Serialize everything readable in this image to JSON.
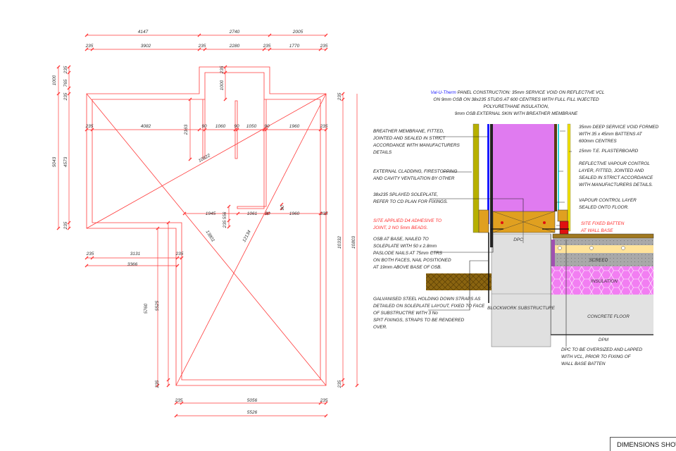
{
  "plan": {
    "dims": [
      "4147",
      "2740",
      "2005",
      "235",
      "3902",
      "235",
      "2280",
      "235",
      "1770",
      "235",
      "235",
      "4082",
      "90",
      "1060",
      "90",
      "1050",
      "90",
      "1960",
      "235",
      "1945",
      "1061",
      "90",
      "1960",
      "235",
      "235",
      "3131",
      "235",
      "3366",
      "235",
      "5056",
      "235",
      "5526",
      "1000",
      "5043",
      "235",
      "765",
      "235",
      "4573",
      "235",
      "2163",
      "235",
      "1000",
      "556",
      "235",
      "5760",
      "5525",
      "235",
      "235",
      "10332",
      "10803",
      "235",
      "10822",
      "13801",
      "12134",
      "90"
    ]
  },
  "detail": {
    "title_brand": "Val-U-Therm",
    "title_lines": [
      "PANEL CONSTRUCTION: 35mm SERVICE VOID ON REFLECTIVE VCL",
      "ON 9mm OSB ON 38x235 STUDS AT 600 CENTRES WITH FULL FILL INJECTED",
      "POLYURETHANE INSULATION,",
      "9mm OSB EXTERNAL SKIN WITH BREATHER MEMBRANE"
    ],
    "brand_colors": {
      "val": "#1a1aff",
      "u": "#22aa22",
      "therm": "#1a1aff"
    },
    "left_notes": [
      [
        "BREATHER MEMBRANE, FITTED,",
        "JOINTED AND SEALED IN STRICT",
        "ACCORDANCE WITH MANUFACTURERS",
        "DETAILS"
      ],
      [
        "EXTERNAL CLADDING, FIRESTOPPING",
        "AND CAVITY VENTILATION BY OTHER"
      ],
      [
        "38x235 SPLAYED SOLEPLATE,",
        "REFER TO CD PLAN FOR FIXINGS."
      ],
      [
        "SITE APPLIED D4 ADHESIVE TO",
        "JOINT, 2 NO 5mm BEADS."
      ],
      [
        "OSB AT BASE, NAILED TO",
        "SOLEPLATE WITH 50 x 2.8mm",
        "PASLODE NAILS AT 75mm CTRS",
        "ON BOTH FACES, NAIL POSITIONED",
        "AT 19mm ABOVE BASE OF OSB."
      ],
      [
        "GALVANISED STEEL HOLDING DOWN STRAPS AS",
        "DETAILED ON SOLEPLATE LAYOUT, FIXED TO FACE",
        "OF SUBSTRUCTRE WITH 3 No",
        "SPIT FIXINGS, STRAPS TO BE RENDERED",
        "OVER."
      ]
    ],
    "right_notes": [
      [
        "35mm DEEP SERVICE VOID FORMED",
        "WITH 35 x 45mm BATTENS AT",
        "600mm CENTRES"
      ],
      [
        "15mm T.E. PLASTERBOARD"
      ],
      [
        "REFLECTIVE VAPOUR CONTROL",
        "LAYER, FITTED, JOINTED AND",
        "SEALED IN STRICT ACCORDANCE",
        "WITH MANUFACTURERS DETAILS."
      ],
      [
        "VAPOUR CONTROL LAYER",
        "SEALED ONTO FLOOR."
      ],
      [
        "SITE FIXED BATTEN",
        "AT WALL BASE"
      ],
      [
        "DPC TO BE OVERSIZED AND LAPPED",
        "WITH VCL, PRIOR TO FIXING OF",
        "WALL BASE BATTEN"
      ]
    ],
    "labels": {
      "dpc": "DPC",
      "screed": "SCREED",
      "insulation": "INSULATION",
      "blockwork": "BLOCKWORK SUBSTRUCTURE",
      "concrete": "CONCRETE FLOOR",
      "dpm": "DPM"
    }
  },
  "dimensions_box": "DIMENSIONS SHOWN"
}
